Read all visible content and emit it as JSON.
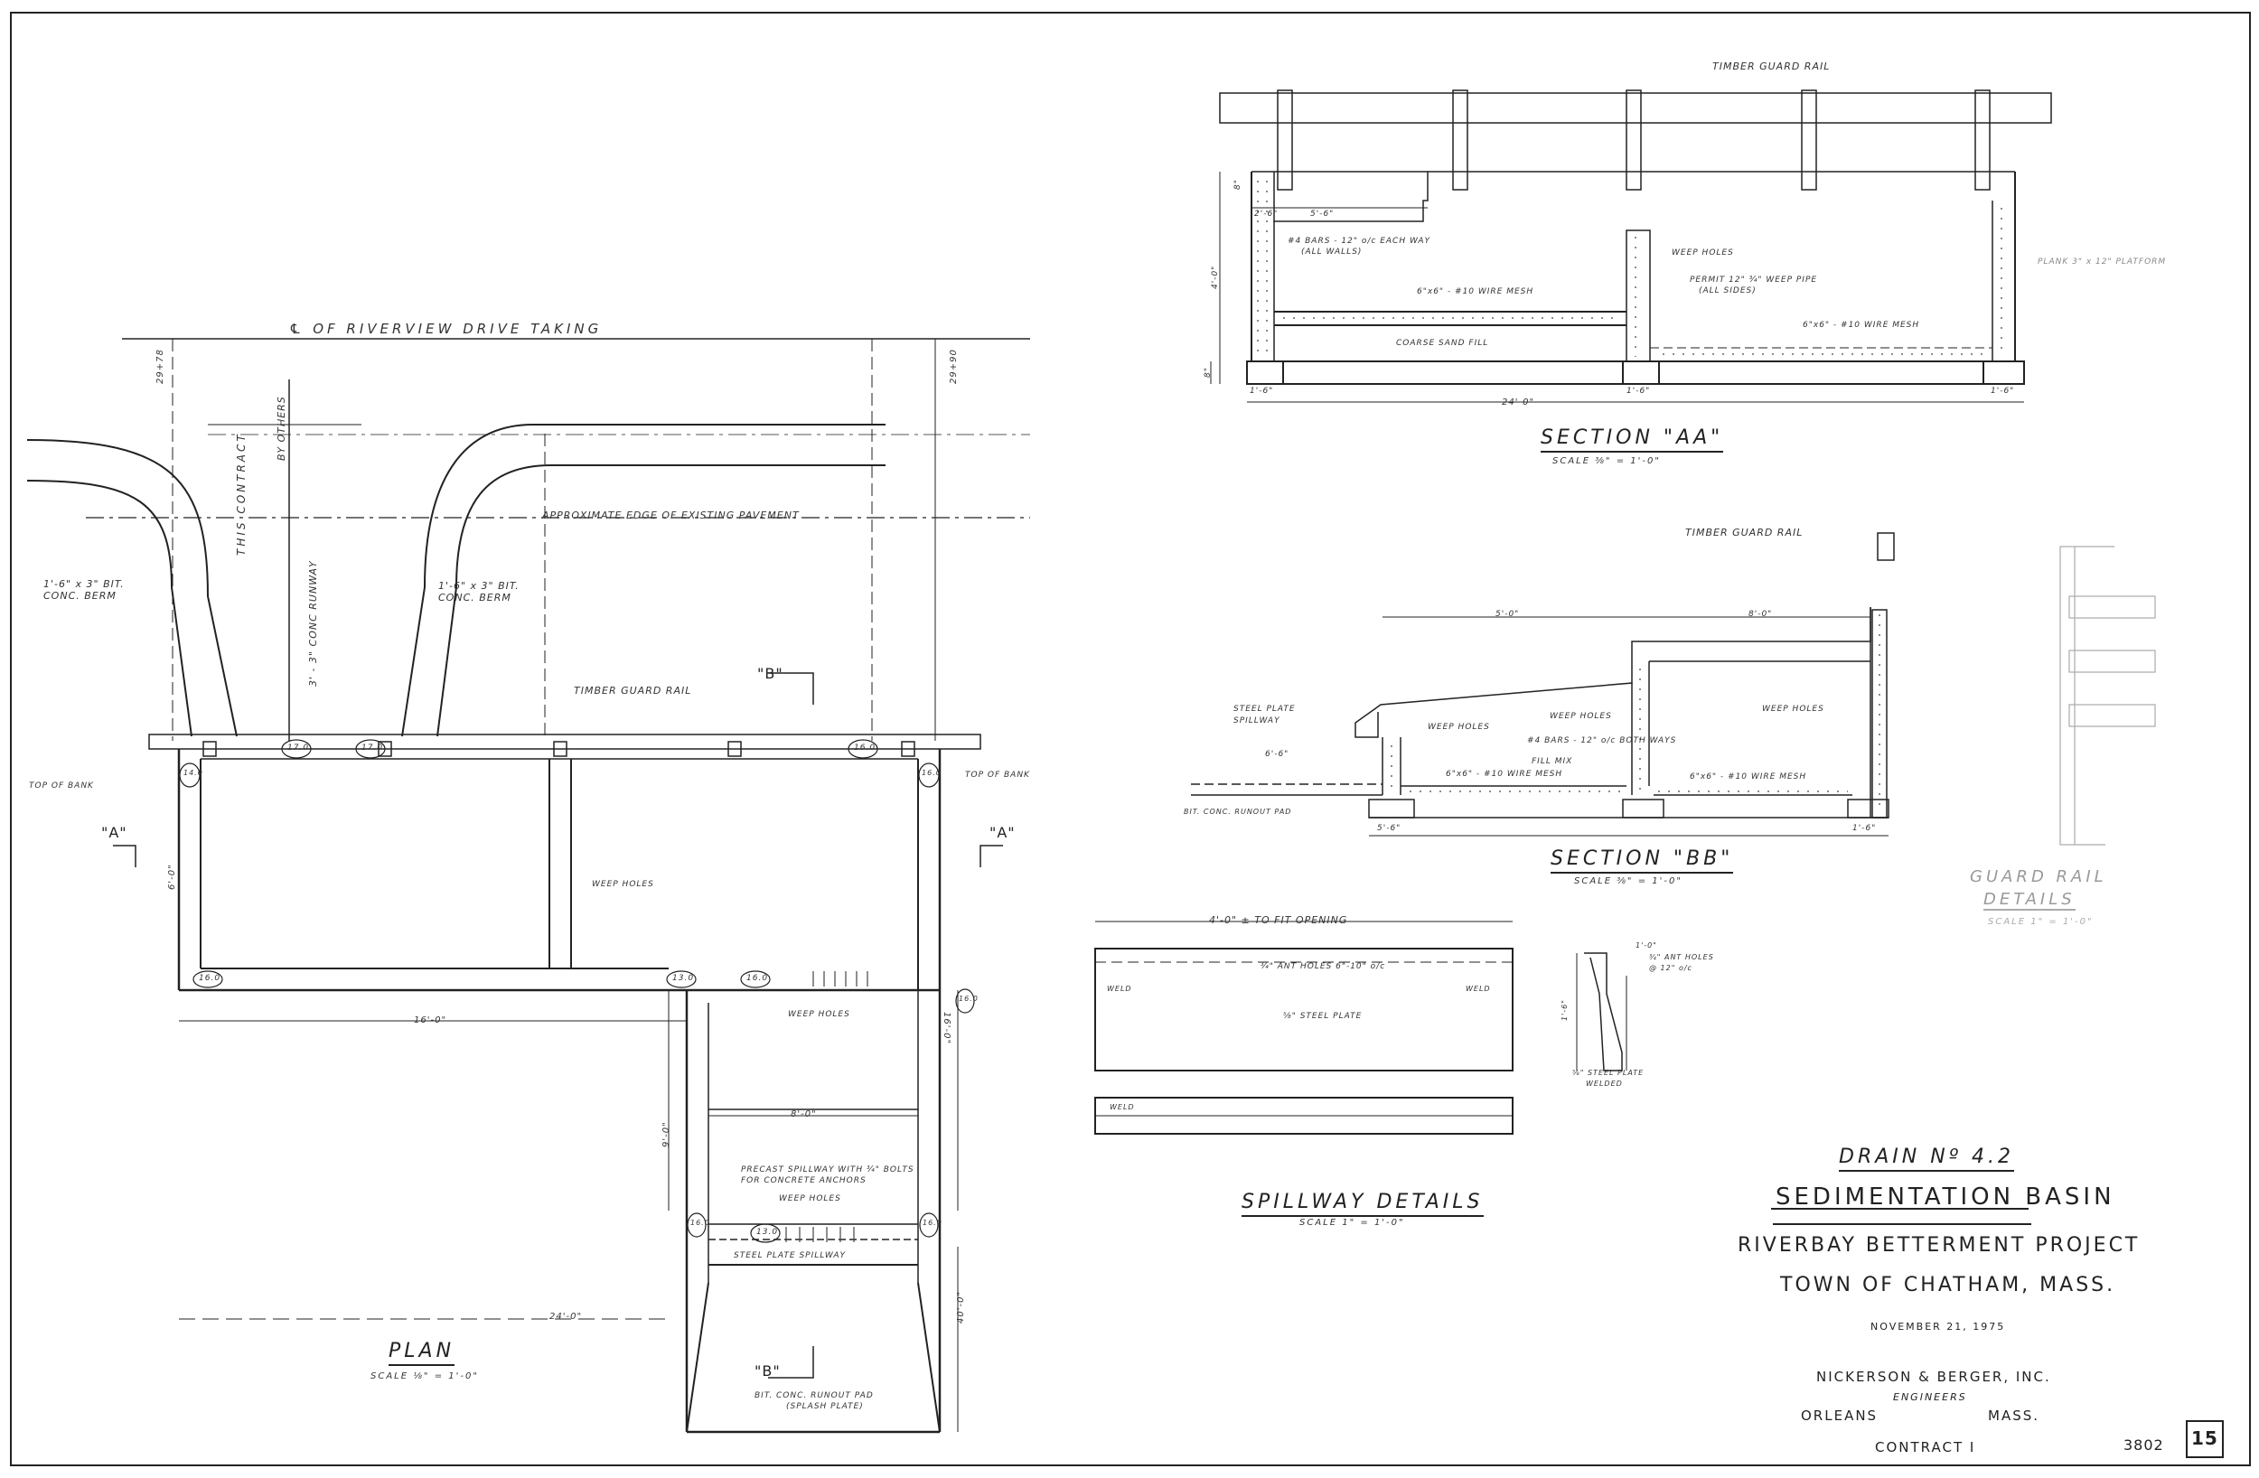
{
  "title_block": {
    "drain": "DRAIN Nº 4.2",
    "name": "SEDIMENTATION BASIN",
    "project": "RIVERBAY BETTERMENT PROJECT",
    "town": "TOWN OF CHATHAM, MASS.",
    "date": "NOVEMBER 21, 1975",
    "firm": "NICKERSON & BERGER, INC.",
    "engineers": "ENGINEERS",
    "city": "ORLEANS",
    "state": "MASS.",
    "contract": "CONTRACT I",
    "sheet_no": "3802",
    "stamp": "15"
  },
  "plan": {
    "caption": "PLAN",
    "scale": "SCALE ⅛\" = 1'-0\"",
    "taking_line": "℄ OF RIVERVIEW DRIVE TAKING",
    "this_contract": "THIS CONTRACT",
    "by_others": "BY OTHERS",
    "berm_left": "1'-6\" x 3\" BIT. CONC. BERM",
    "berm_right": "1'-6\" x 3\" BIT. CONC. BERM",
    "conc_runway": "3' - 3\" CONC RUNWAY",
    "approx_edge": "APPROXIMATE EDGE OF EXISTING PAVEMENT",
    "guard_rail": "TIMBER GUARD RAIL",
    "top_of_bank_left": "TOP OF BANK",
    "top_of_bank_right": "TOP OF BANK",
    "section_a_left": "\"A\"",
    "section_a_right": "\"A\"",
    "section_b_top": "\"B\"",
    "section_b_bottom": "\"B\"",
    "weep_holes_1": "WEEP HOLES",
    "weep_holes_2": "WEEP HOLES",
    "weep_holes_3": "WEEP HOLES",
    "precast_1": "PRECAST SPILLWAY WITH ¾\" BOLTS",
    "precast_2": "FOR CONCRETE ANCHORS",
    "steel_plate_spillway": "STEEL PLATE SPILLWAY",
    "riprap_1": "BIT. CONC. RUNOUT PAD",
    "riprap_2": "(SPLASH PLATE)",
    "dims": {
      "d_16_0": "16'-0\"",
      "d_24_0": "24'-0\"",
      "d_8_0": "8'-0\"",
      "d_16_0_v": "16'-0\"",
      "d_40_0": "40'-0\"",
      "d_6_0": "6'-0\"",
      "d_9_0": "9'-0\""
    },
    "elevs": {
      "e1": "14.0",
      "e2": "17.0",
      "e3": "17.0",
      "e4": "16.0",
      "e5": "16.0",
      "e6": "16.0",
      "e7": "13.0",
      "e8": "16.0",
      "e9": "16.0",
      "e10": "13.0",
      "e11": "16.0",
      "e12": "16.0"
    },
    "stations": {
      "s1": "29+78",
      "s2": "29+90"
    }
  },
  "section_aa": {
    "caption": "SECTION \"AA\"",
    "scale": "SCALE ⅜\" = 1'-0\"",
    "guard_rail": "TIMBER GUARD RAIL",
    "mesh_top": "#4 BARS - 12\" o/c EACH WAY",
    "mesh_top2": "(ALL WALLS)",
    "mesh_floor": "6\"x6\" - #10 WIRE MESH",
    "gravel": "COARSE SAND FILL",
    "weep": "WEEP HOLES",
    "pipe_1": "PERMIT 12\" ¾\" WEEP PIPE",
    "pipe_2": "(ALL SIDES)",
    "mesh_right": "6\"x6\" - #10 WIRE MESH",
    "right_note": "PLANK 3\" x 12\" PLATFORM",
    "dim_total": "24'-0\"",
    "dim_a": "1'-6\"",
    "dim_b": "1'-6\"",
    "dim_c": "1'-6\"",
    "dim_d": "5'-6\"",
    "dim_e": "2'-6\"",
    "dim_h1": "4'-0\"",
    "dim_h2": "8\"",
    "dim_h3": "8\""
  },
  "section_bb": {
    "caption": "SECTION \"BB\"",
    "scale": "SCALE ⅜\" = 1'-0\"",
    "guard_rail": "TIMBER GUARD RAIL",
    "steel_plate_1": "STEEL PLATE",
    "steel_plate_2": "SPILLWAY",
    "runout": "BIT. CONC. RUNOUT PAD",
    "weep1": "WEEP HOLES",
    "weep2": "WEEP HOLES",
    "weep3": "WEEP HOLES",
    "bars": "#4 BARS - 12\" o/c BOTH WAYS",
    "fill": "FILL MIX",
    "mesh": "6\"x6\" - #10 WIRE MESH",
    "mesh2": "6\"x6\" - #10 WIRE MESH",
    "dim_a": "5'-0\"",
    "dim_b": "8'-0\"",
    "dim_c": "6'-6\"",
    "dim_d": "5'-6\"",
    "dim_e": "1'-6\""
  },
  "spillway": {
    "caption": "SPILLWAY DETAILS",
    "scale": "SCALE 1\" = 1'-0\"",
    "opening": "4'-0\" ± TO FIT OPENING",
    "holes": "¾\" ANT HOLES 6\"-10\" o/c",
    "plate": "⅝\" STEEL PLATE",
    "weld_l": "WELD",
    "weld_r": "WELD",
    "weld_b": "WELD",
    "side_holes_1": "¾\" ANT HOLES",
    "side_holes_2": "@ 12\" o/c",
    "side_plate_1": "⅝\" STEEL PLATE",
    "side_plate_2": "WELDED",
    "side_dim_1": "1'-0\"",
    "side_dim_2": "1'-6\""
  },
  "guard_rail_details": {
    "caption": "GUARD RAIL",
    "caption2": "DETAILS",
    "scale": "SCALE 1\" = 1'-0\""
  }
}
